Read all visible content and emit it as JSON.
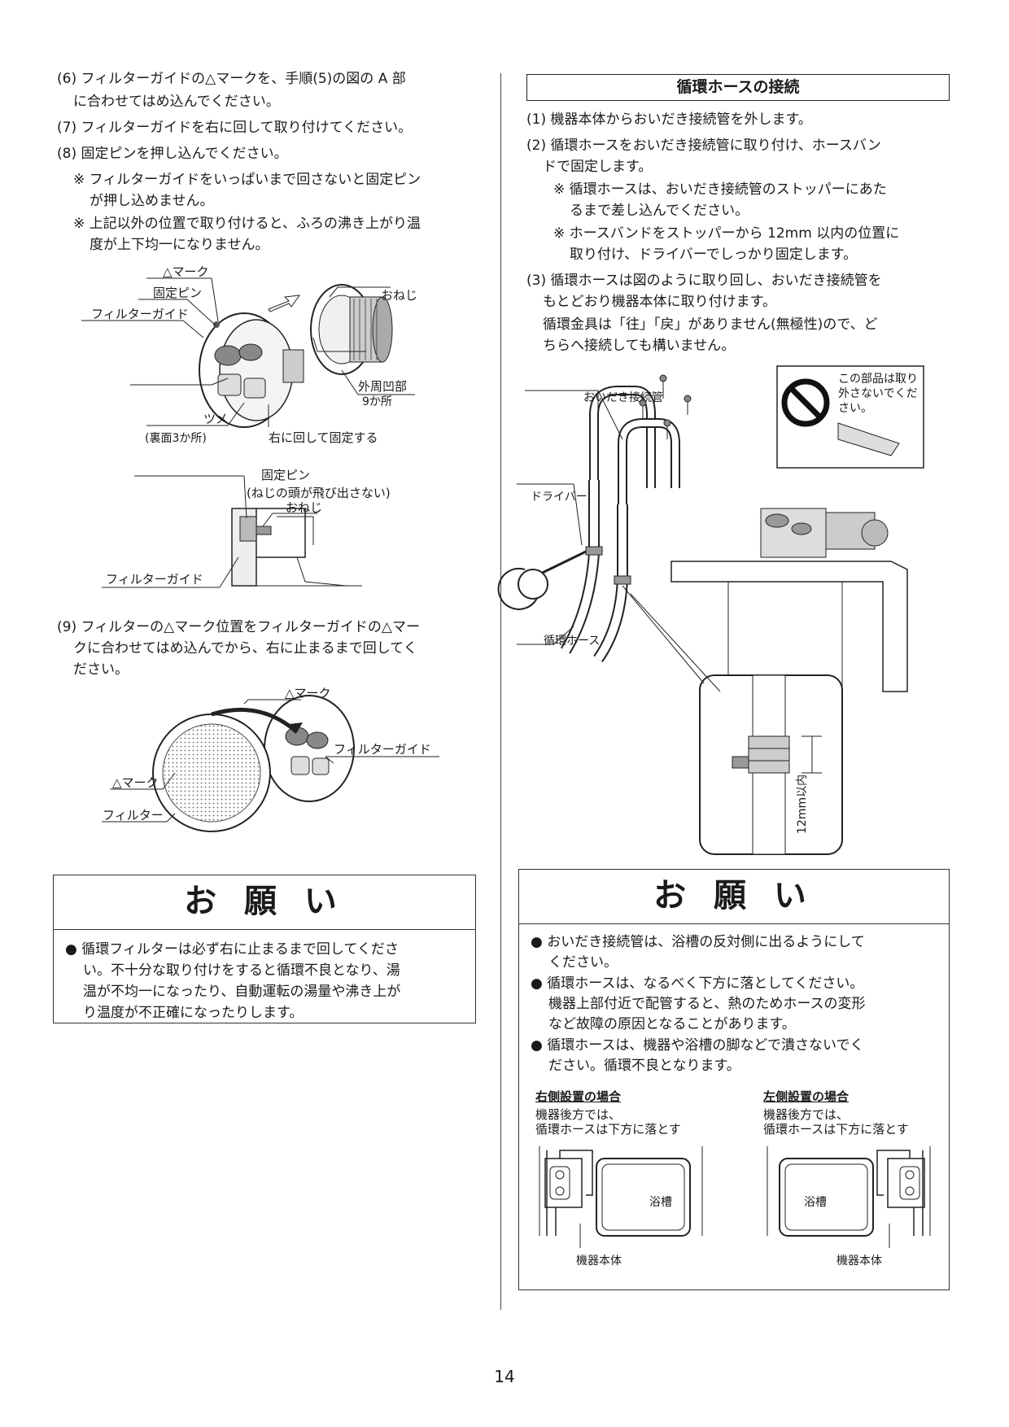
{
  "left": {
    "steps": {
      "s6_l1": "(6) フィルターガイドの△マークを、手順(5)の図の A 部",
      "s6_l2": "に合わせてはめ込んでください。",
      "s7": "(7) フィルターガイドを右に回して取り付けてください。",
      "s8": "(8) 固定ピンを押し込んでください。",
      "n1_l1": "※ フィルターガイドをいっぱいまで回さないと固定ピン",
      "n1_l2": "が押し込めません。",
      "n2_l1": "※ 上記以外の位置で取り付けると、ふろの沸き上がり温",
      "n2_l2": "度が上下均一になりません。",
      "s9_l1": "(9) フィルターの△マーク位置をフィルターガイドの△マー",
      "s9_l2": "クに合わせてはめ込んでから、右に止まるまで回してく",
      "s9_l3": "ださい。"
    },
    "fig1": {
      "triangle_mark": "△マーク",
      "fixing_pin": "固定ピン",
      "filter_guide": "フィルターガイド",
      "female_thread": "おねじ",
      "outer_recess": "外周凹部",
      "outer_recess_count": "9か所",
      "claw": "ツメ",
      "claw_note": "(裏面3か所)",
      "turn_right": "右に回して固定する"
    },
    "fig2": {
      "fixing_pin": "固定ピン",
      "fixing_pin_note": "(ねじの頭が飛び出さない)",
      "female_thread": "おねじ",
      "filter_guide": "フィルターガイド"
    },
    "fig3": {
      "triangle_mark_top": "△マーク",
      "filter_guide": "フィルターガイド",
      "triangle_mark_left": "△マーク",
      "filter": "フィルター"
    },
    "notice": {
      "title": "お 願 い",
      "l1": "● 循環フィルターは必ず右に止まるまで回してくださ",
      "l2": "い。不十分な取り付けをすると循環不良となり、湯",
      "l3": "温が不均一になったり、自動運転の湯量や沸き上が",
      "l4": "り温度が不正確になったりします。"
    }
  },
  "right": {
    "heading": "循環ホースの接続",
    "steps": {
      "s1": "(1) 機器本体からおいだき接続管を外します。",
      "s2_l1": "(2) 循環ホースをおいだき接続管に取り付け、ホースバン",
      "s2_l2": "ドで固定します。",
      "n1_l1": "※ 循環ホースは、おいだき接続管のストッパーにあた",
      "n1_l2": "るまで差し込んでください。",
      "n2_l1": "※ ホースバンドをストッパーから 12mm 以内の位置に",
      "n2_l2": "取り付け、ドライバーでしっかり固定します。",
      "s3_l1": "(3) 循環ホースは図のように取り回し、おいだき接続管を",
      "s3_l2": "もとどおり機器本体に取り付けます。",
      "s3_l3": "循環金具は「往」「戻」がありません(無極性)ので、ど",
      "s3_l4": "ちらへ接続しても構いません。"
    },
    "fig": {
      "reheat_pipe": "おいだき接続管",
      "caution_l1": "この部品は取り",
      "caution_l2": "外さないでくだ",
      "caution_l3": "さい。",
      "screwdriver": "ドライバー",
      "hose": "循環ホース",
      "dim": "12mm以内"
    },
    "notice": {
      "title": "お 願 い",
      "l1": "● おいだき接続管は、浴槽の反対側に出るようにして",
      "l2": "ください。",
      "l3": "● 循環ホースは、なるべく下方に落としてください。",
      "l4": "機器上部付近で配管すると、熱のためホースの変形",
      "l5": "など故障の原因となることがあります。",
      "l6": "● 循環ホースは、機器や浴槽の脚などで潰さないでく",
      "l7": "ださい。循環不良となります。"
    },
    "layout_right": {
      "title": "右側設置の場合",
      "desc_l1": "機器後方では、",
      "desc_l2": "循環ホースは下方に落とす",
      "bathtub": "浴槽",
      "unit": "機器本体"
    },
    "layout_left": {
      "title": "左側設置の場合",
      "desc_l1": "機器後方では、",
      "desc_l2": "循環ホースは下方に落とす",
      "bathtub": "浴槽",
      "unit": "機器本体"
    }
  },
  "page_number": "14"
}
